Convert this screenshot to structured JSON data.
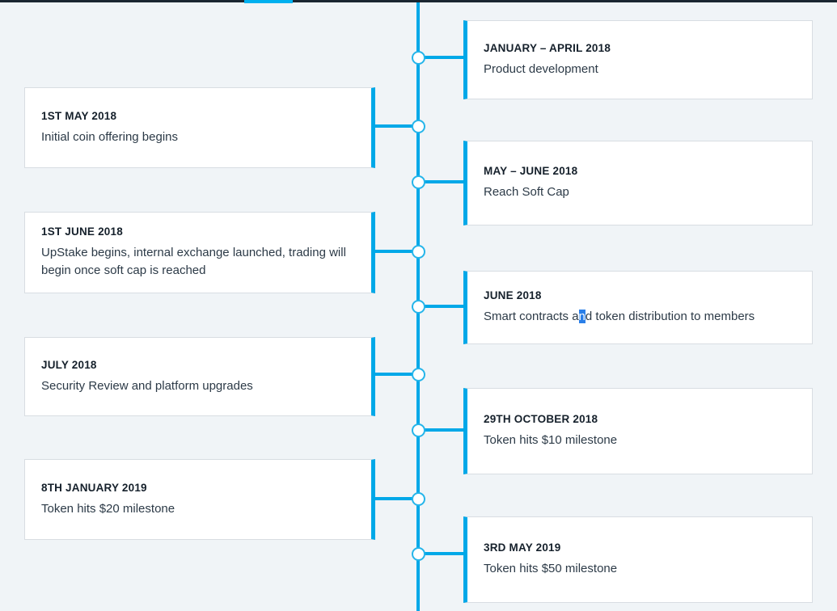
{
  "page": {
    "background_color": "#f0f4f7",
    "accent_color": "#00a8e8",
    "heading_color": "#15202b",
    "body_text_color": "#2c3a47",
    "card_background": "#ffffff",
    "card_border_color": "#d8dde2",
    "selection_highlight_color": "#2a7fe8"
  },
  "chrome": {
    "bar_color": "#1b2631",
    "active_indicator_color": "#00b0ef"
  },
  "timeline": {
    "orientation": "vertical-alternating",
    "spine_color": "#00a8e8",
    "node_fill": "#ffffff",
    "node_border": "#25b5ea",
    "events": [
      {
        "side": "right",
        "date": "JANUARY – APRIL 2018",
        "description": "Product development",
        "selection": null
      },
      {
        "side": "left",
        "date": "1ST MAY 2018",
        "description": "Initial coin offering begins",
        "selection": null
      },
      {
        "side": "right",
        "date": "MAY – JUNE 2018",
        "description": "Reach Soft Cap",
        "selection": null
      },
      {
        "side": "left",
        "date": "1ST JUNE 2018",
        "description": "UpStake begins, internal exchange launched, trading will begin once soft cap is reached",
        "selection": null
      },
      {
        "side": "right",
        "date": "JUNE 2018",
        "description": "Smart contracts and token distribution to members",
        "selection": {
          "before": "Smart contracts a",
          "selected": "n",
          "after": "d token distribution to members"
        }
      },
      {
        "side": "left",
        "date": "JULY 2018",
        "description": "Security Review and platform upgrades",
        "selection": null
      },
      {
        "side": "right",
        "date": "29TH OCTOBER 2018",
        "description": "Token hits $10 milestone",
        "selection": null
      },
      {
        "side": "left",
        "date": "8TH JANUARY 2019",
        "description": "Token hits $20 milestone",
        "selection": null
      },
      {
        "side": "right",
        "date": "3RD MAY 2019",
        "description": "Token hits $50 milestone",
        "selection": null
      }
    ]
  }
}
